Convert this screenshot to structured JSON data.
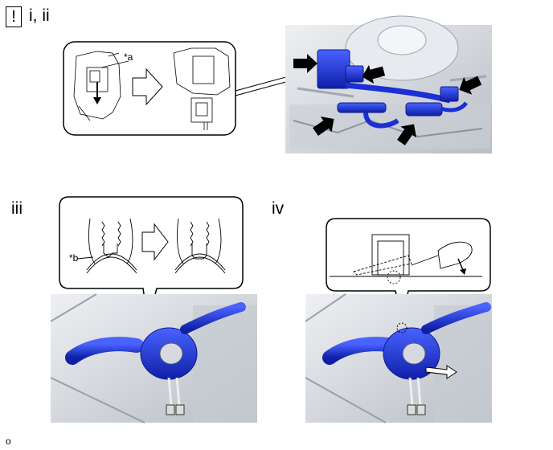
{
  "header": {
    "warning_symbol": "!",
    "step_i_ii": "i, ii"
  },
  "panels": {
    "step_iii": "iii",
    "step_iv": "iv"
  },
  "callouts": {
    "a": "*a",
    "b": "*b"
  },
  "footer": {
    "mark": "o"
  },
  "colors": {
    "part_blue": "#1a2fd6",
    "part_blue_dark": "#0b1a8a",
    "photo_gray": "#d9dde2",
    "photo_dark": "#8a9098"
  },
  "icons": [
    "warning-icon",
    "arrow-right-icon",
    "arrow-down-icon"
  ]
}
